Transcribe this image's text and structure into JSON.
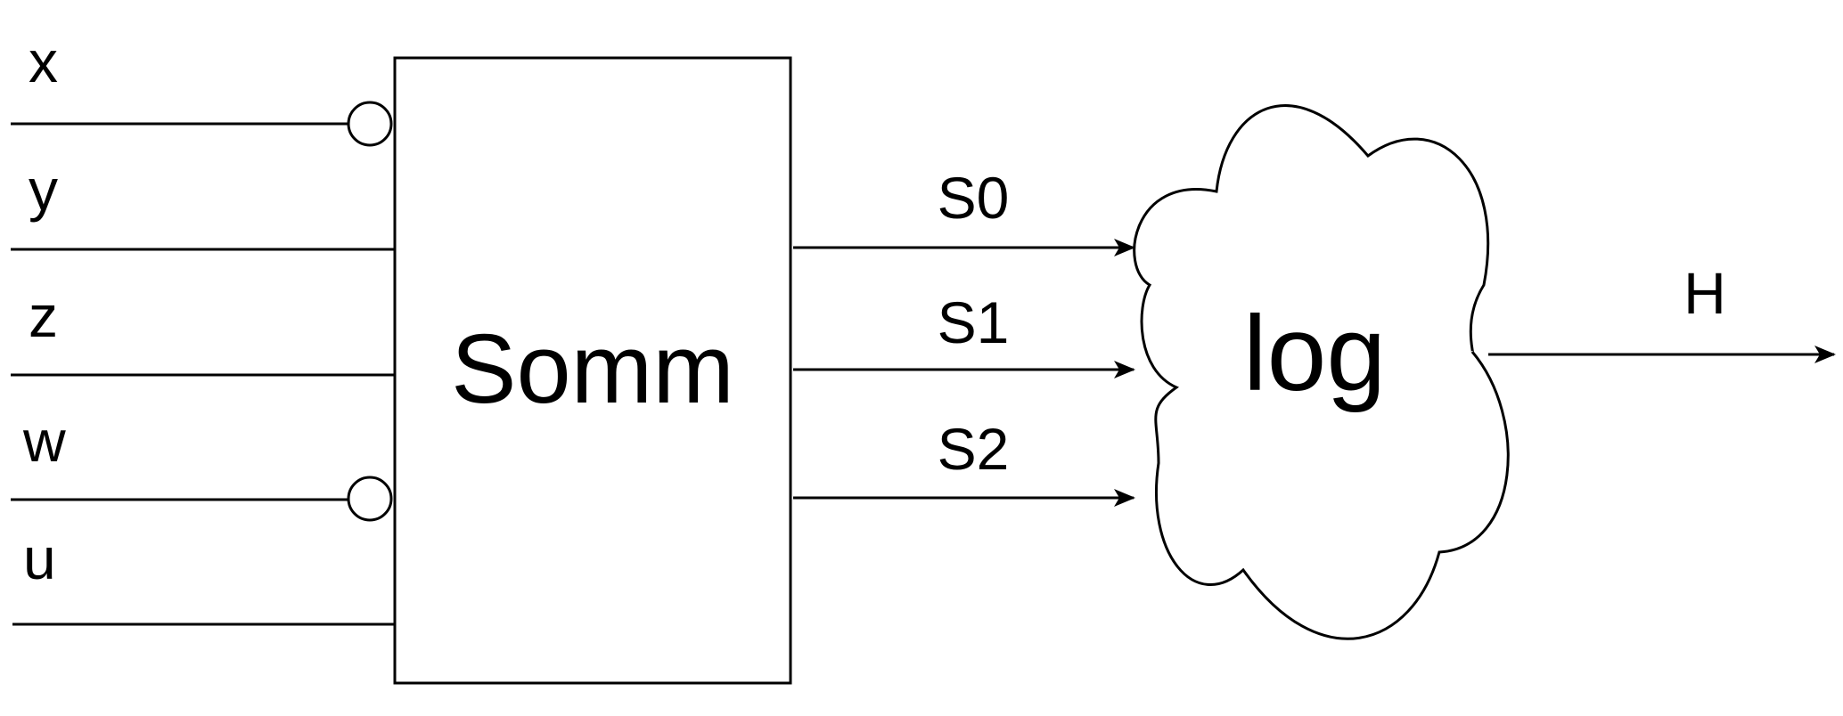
{
  "block": {
    "label": "Somm"
  },
  "inputs": [
    {
      "label": "x",
      "inverted": true
    },
    {
      "label": "y",
      "inverted": false
    },
    {
      "label": "z",
      "inverted": false
    },
    {
      "label": "w",
      "inverted": true
    },
    {
      "label": "u",
      "inverted": false
    }
  ],
  "outputs": [
    {
      "label": "S0"
    },
    {
      "label": "S1"
    },
    {
      "label": "S2"
    }
  ],
  "cloud": {
    "label": "log"
  },
  "result": {
    "label": "H"
  },
  "colors": {
    "stroke": "#000000",
    "background": "#ffffff"
  }
}
